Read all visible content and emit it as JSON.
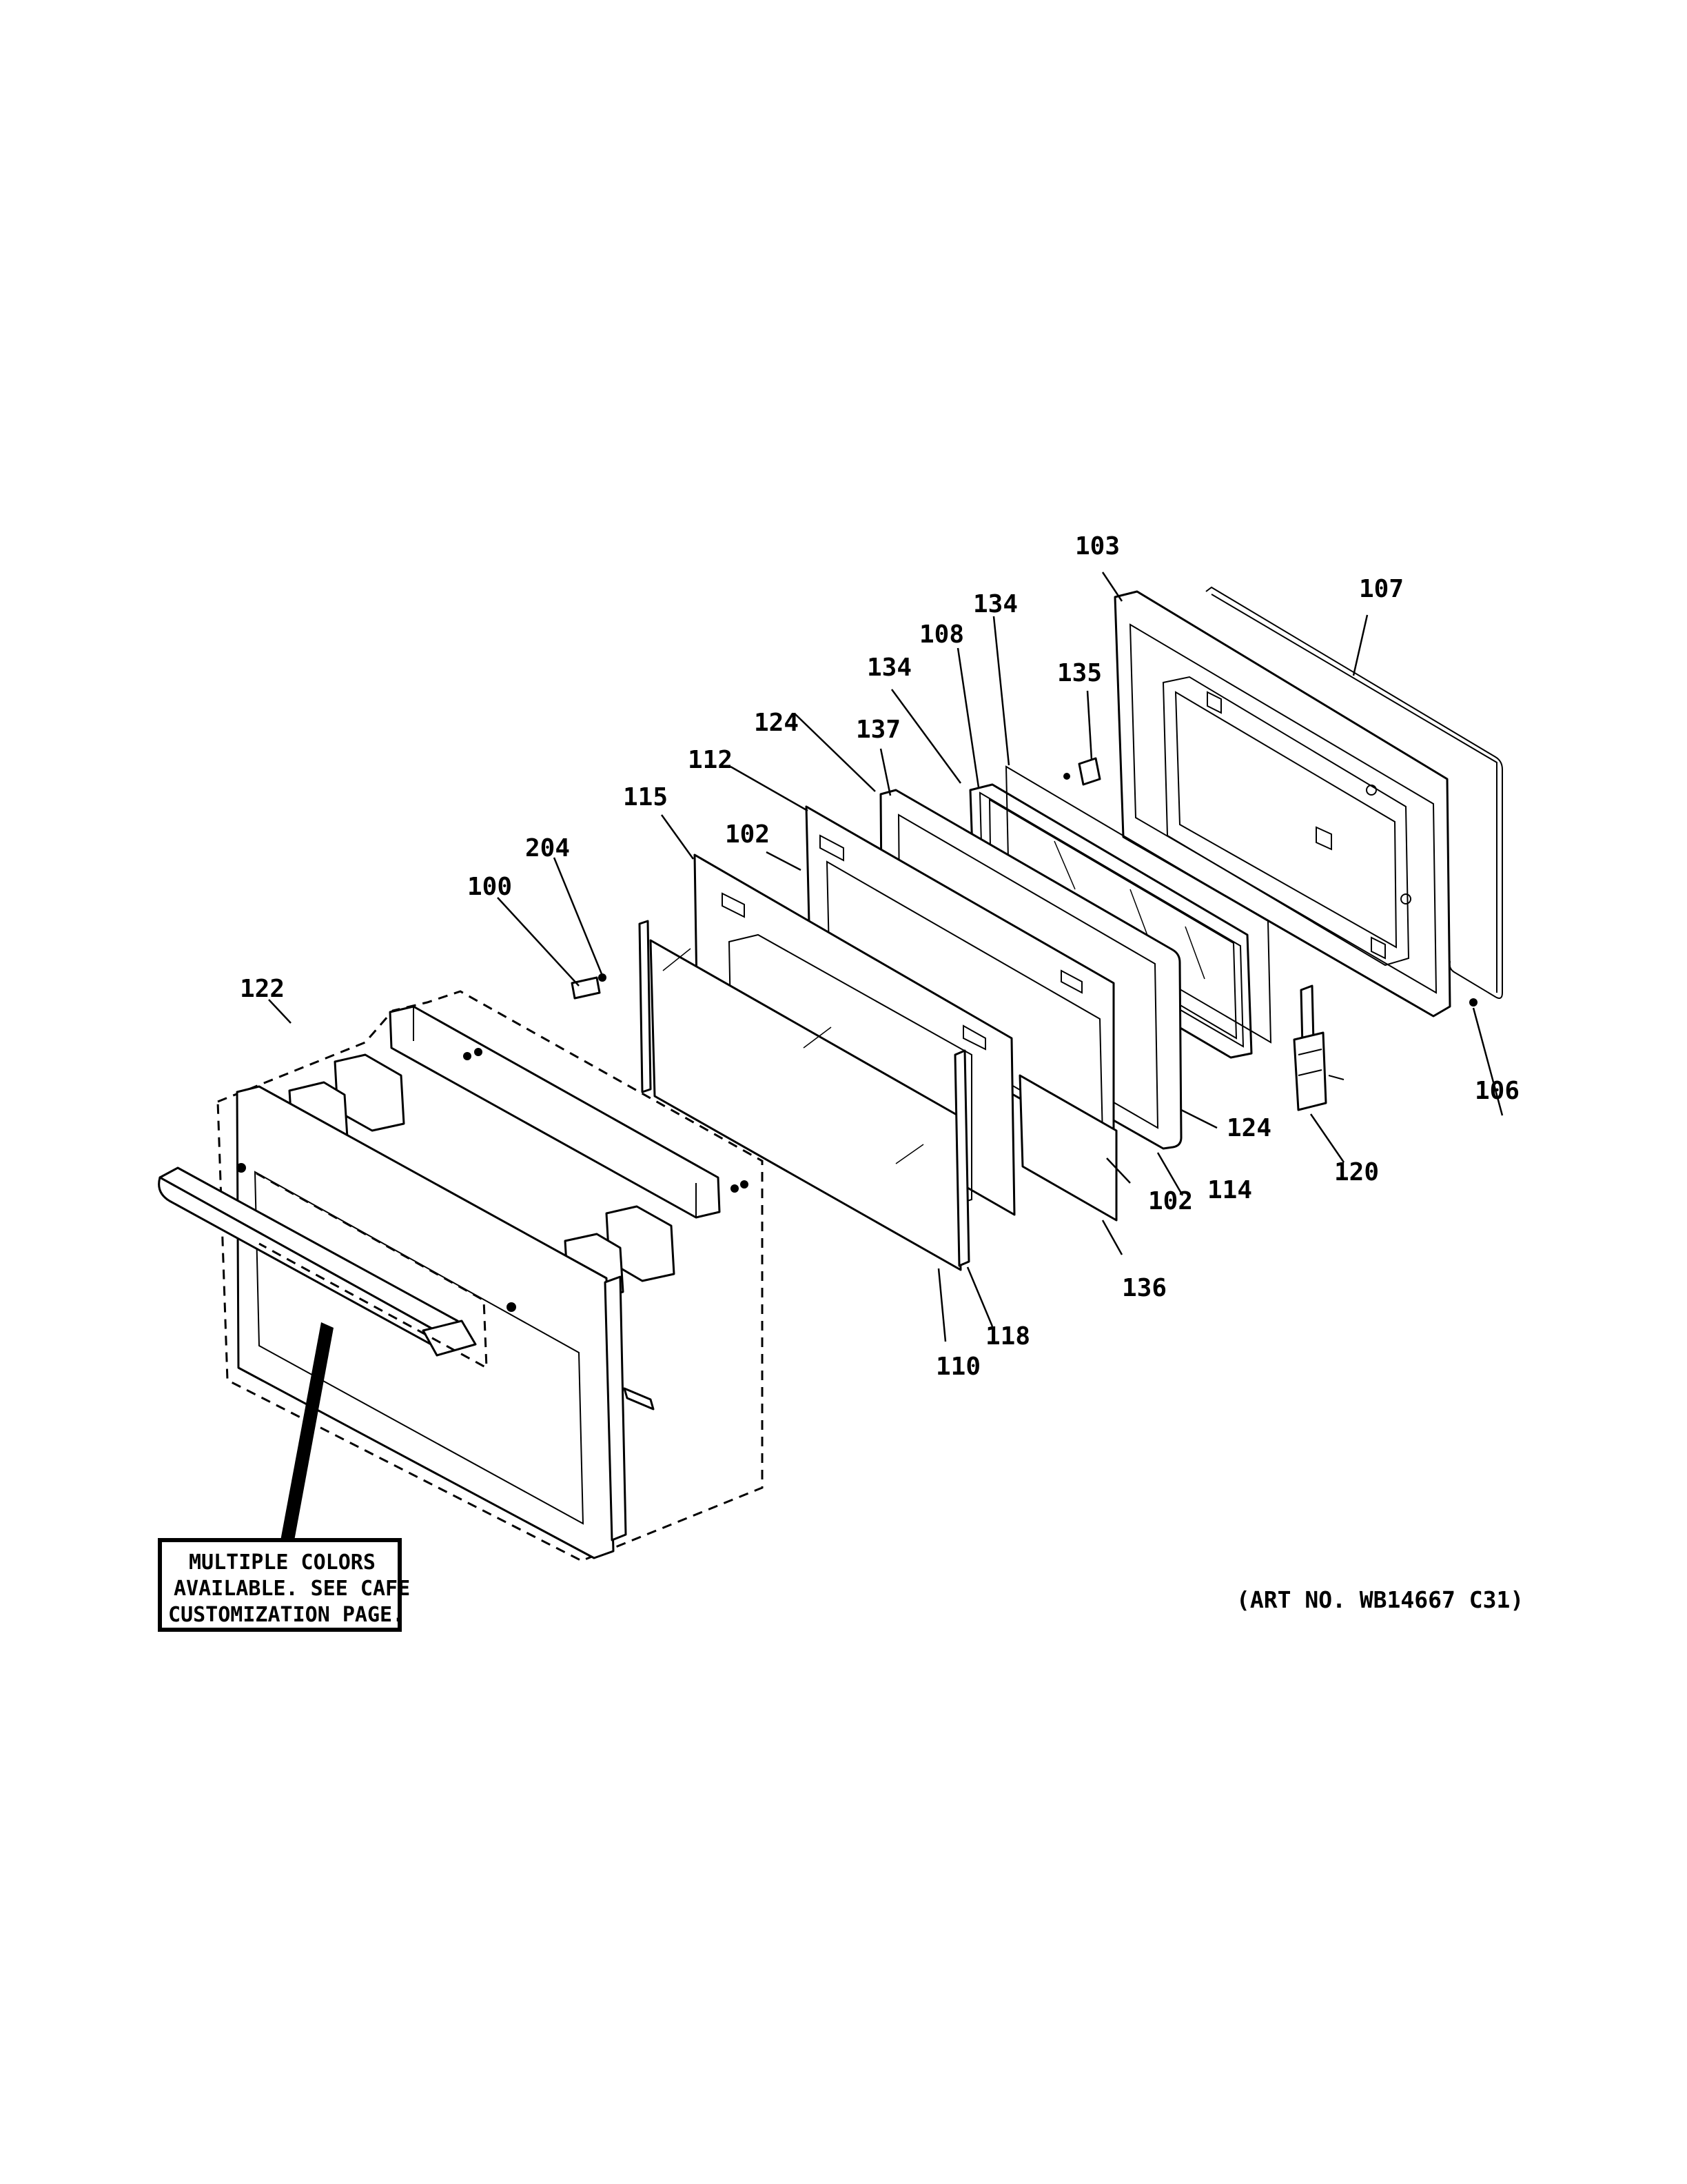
{
  "callouts": {
    "c100": "100",
    "c102a": "102",
    "c102b": "102",
    "c103": "103",
    "c106": "106",
    "c107": "107",
    "c108": "108",
    "c110": "110",
    "c112": "112",
    "c114": "114",
    "c115": "115",
    "c118": "118",
    "c120": "120",
    "c122": "122",
    "c124a": "124",
    "c124b": "124",
    "c134a": "134",
    "c134b": "134",
    "c135": "135",
    "c136": "136",
    "c137": "137",
    "c204": "204"
  },
  "note": {
    "line1": "MULTIPLE COLORS",
    "line2": "AVAILABLE. SEE CAFE",
    "line3": "CUSTOMIZATION PAGE."
  },
  "art_number": "(ART NO. WB14667 C31)"
}
